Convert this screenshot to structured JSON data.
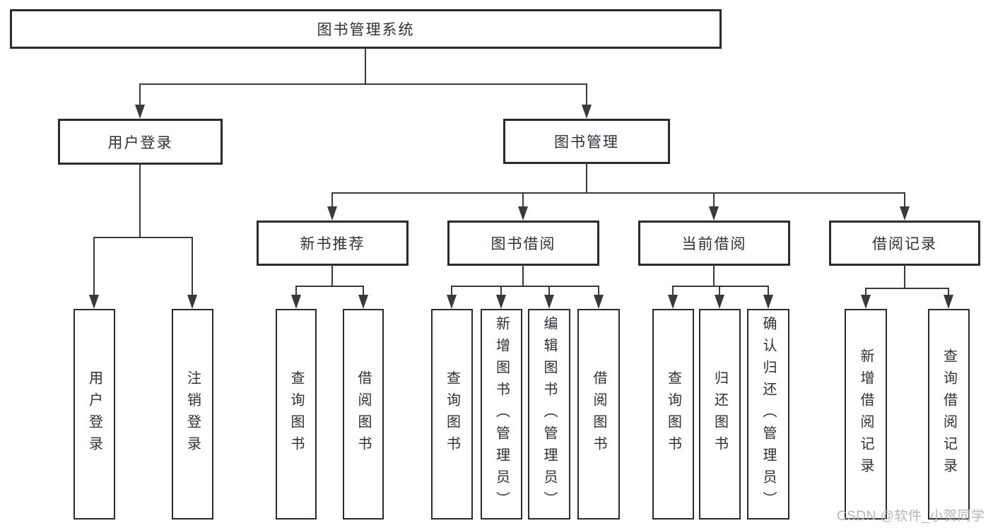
{
  "diagram": {
    "title": "图书管理系统",
    "level1": [
      {
        "label": "用户登录",
        "children": [
          "用户登录",
          "注销登录"
        ]
      },
      {
        "label": "图书管理"
      }
    ],
    "level2": [
      {
        "label": "新书推荐",
        "children": [
          "查询图书",
          "借阅图书"
        ]
      },
      {
        "label": "图书借阅",
        "children": [
          "查询图书",
          "新增图书（管理员）",
          "编辑图书（管理员）",
          "借阅图书"
        ]
      },
      {
        "label": "当前借阅",
        "children": [
          "查询图书",
          "归还图书",
          "确认归还（管理员）"
        ]
      },
      {
        "label": "借阅记录",
        "children": [
          "新增借阅记录",
          "查询借阅记录"
        ]
      }
    ],
    "watermark": "CSDN @软件_小贺同学",
    "colors": {
      "box_border": "#2b2b2b",
      "connector_line": "#3a3a3a",
      "text": "#2d3135",
      "watermark_text": "#b2b6ba",
      "background": "#ffffff"
    }
  }
}
